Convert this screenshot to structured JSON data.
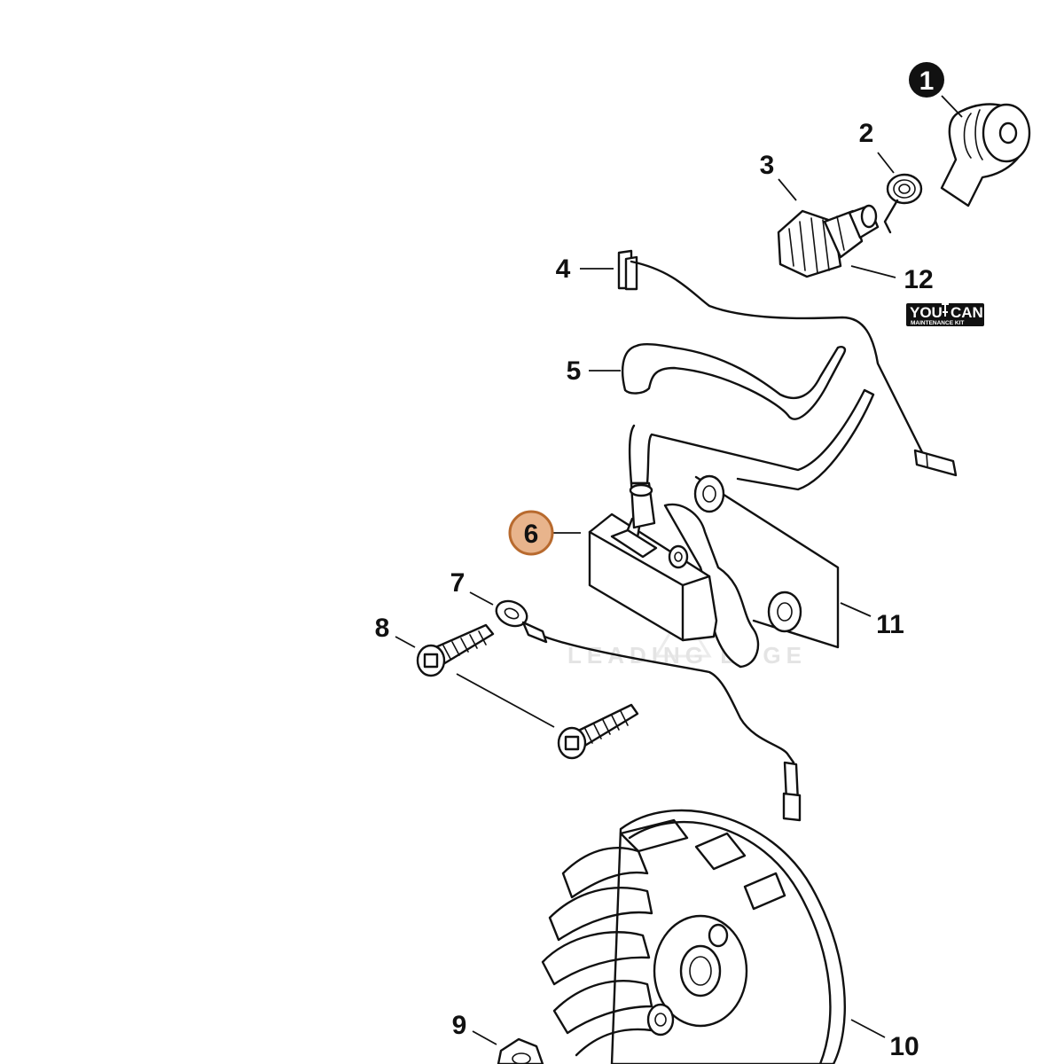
{
  "diagram": {
    "callouts": [
      {
        "id": "1",
        "label": "1",
        "style": "filled"
      },
      {
        "id": "2",
        "label": "2",
        "style": "plain"
      },
      {
        "id": "3",
        "label": "3",
        "style": "plain"
      },
      {
        "id": "4",
        "label": "4",
        "style": "plain"
      },
      {
        "id": "5",
        "label": "5",
        "style": "plain"
      },
      {
        "id": "6",
        "label": "6",
        "style": "highlighted"
      },
      {
        "id": "7",
        "label": "7",
        "style": "plain"
      },
      {
        "id": "8",
        "label": "8",
        "style": "plain"
      },
      {
        "id": "9",
        "label": "9",
        "style": "plain"
      },
      {
        "id": "10",
        "label": "10",
        "style": "plain"
      },
      {
        "id": "11",
        "label": "11",
        "style": "plain"
      },
      {
        "id": "12",
        "label": "12",
        "style": "plain"
      }
    ],
    "badge": {
      "line1_left": "YOU",
      "line1_right": "CAN",
      "line2": "MAINTENANCE KIT"
    },
    "watermark": "LEADING EDGE",
    "colors": {
      "ink": "#111111",
      "highlight_fill": "#e8b48c",
      "highlight_stroke": "#b86a2e",
      "badge_bg": "#111111",
      "watermark": "#e4e4e4"
    }
  }
}
